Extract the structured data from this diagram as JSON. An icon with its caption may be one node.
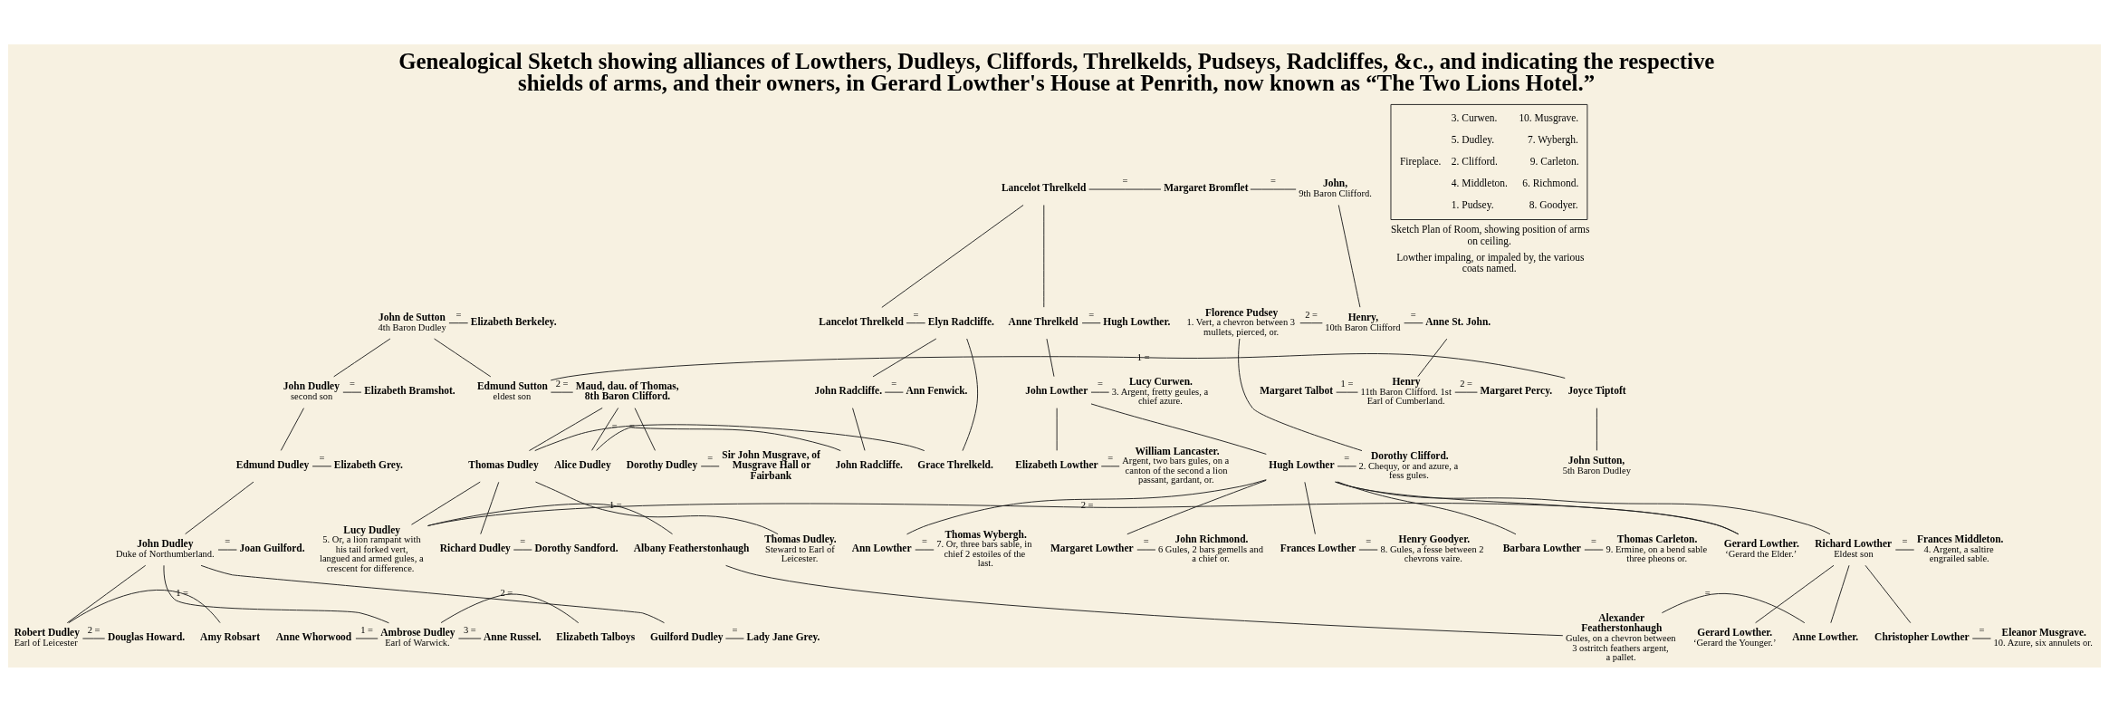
{
  "diagram": {
    "title": "Genealogical Sketch showing alliances of Lowthers, Dudleys, Cliffords, Threlkelds, Pudseys, Radcliffes, &c., and indicating the respective shields of arms, and their owners, in Gerard Lowther's House at Penrith, now known as “The Two Lions Hotel.”",
    "nodes": [
      {
        "text": [
          "John de Sutton",
          "4th Baron Dudley"
        ]
      },
      {
        "text": [
          "Elizabeth Berkeley."
        ]
      },
      {
        "text": [
          "Lancelot Threlkeld"
        ]
      },
      {
        "text": [
          "Margaret Bromflet"
        ]
      },
      {
        "text": [
          "John,",
          "9th Baron Clifford."
        ]
      },
      {
        "text": [
          "John Dudley",
          "second son"
        ]
      },
      {
        "text": [
          "Elizabeth Bramshot."
        ]
      },
      {
        "text": [
          "Joyce Tiptoft"
        ]
      },
      {
        "text": [
          "Edmund Sutton",
          "eldest son"
        ]
      },
      {
        "text": [
          "Maud, dau. of Thomas, 8th Baron Clifford."
        ]
      },
      {
        "text": [
          "Lancelot Threlkeld"
        ]
      },
      {
        "text": [
          "Elyn Radcliffe."
        ]
      },
      {
        "text": [
          "John Radcliffe."
        ]
      },
      {
        "text": [
          "Ann Fenwick."
        ]
      },
      {
        "text": [
          "Anne Threlkeld"
        ]
      },
      {
        "text": [
          "Hugh Lowther."
        ]
      },
      {
        "text": [
          "Florence Pudsey",
          "1. Vert, a chevron between 3 mullets, pierced, or."
        ]
      },
      {
        "text": [
          "Henry,",
          "10th Baron Clifford"
        ]
      },
      {
        "text": [
          "Anne St. John."
        ]
      },
      {
        "text": [
          "John Lowther"
        ]
      },
      {
        "text": [
          "Lucy Curwen.",
          "3. Argent, fretty geules, a chief azure."
        ]
      },
      {
        "text": [
          "Edmund Dudley"
        ]
      },
      {
        "text": [
          "Elizabeth Grey."
        ]
      },
      {
        "text": [
          "John Sutton,",
          "5th Baron Dudley"
        ]
      },
      {
        "text": [
          "Dorothy Dudley"
        ]
      },
      {
        "text": [
          "Sir John Musgrave, of Musgrave Hall or Fairbank"
        ]
      },
      {
        "text": [
          "Thomas Dudley"
        ]
      },
      {
        "text": [
          "Grace Threlkeld."
        ]
      },
      {
        "text": [
          "Alice Dudley"
        ]
      },
      {
        "text": [
          "John Radcliffe."
        ]
      },
      {
        "text": [
          "Hugh Lowther"
        ]
      },
      {
        "text": [
          "Dorothy Clifford.",
          "2. Chequy, or and azure, a fess gules."
        ]
      },
      {
        "text": [
          "Elizabeth Lowther"
        ]
      },
      {
        "text": [
          "William Lancaster.",
          "Argent, two bars gules, on a canton of the second a lion passant, gardant, or."
        ]
      },
      {
        "text": [
          "Margaret Talbot"
        ]
      },
      {
        "text": [
          "Henry",
          "11th Baron Clifford. 1st Earl of Cumberland."
        ]
      },
      {
        "text": [
          "Margaret Percy."
        ]
      },
      {
        "text": [
          "John Dudley",
          "Duke of Northumberland."
        ]
      },
      {
        "text": [
          "Joan Guilford."
        ]
      },
      {
        "text": [
          "Richard Dudley"
        ]
      },
      {
        "text": [
          "Dorothy Sandford."
        ]
      },
      {
        "text": [
          "Thomas Dudley.",
          "Steward to Earl of Leicester."
        ]
      },
      {
        "text": [
          "Albany Featherstonhaugh"
        ]
      },
      {
        "text": [
          "Lucy Dudley",
          "5. Or, a lion rampant with his tail forked vert, langued and armed gules, a crescent for difference."
        ]
      },
      {
        "text": [
          "Gerard Lowther.",
          "‘Gerard the Elder.’"
        ]
      },
      {
        "text": [
          "Richard Lowther",
          "Eldest son"
        ]
      },
      {
        "text": [
          "Frances Middleton.",
          "4. Argent, a saltire engrailed sable."
        ]
      },
      {
        "text": [
          "Ann Lowther"
        ]
      },
      {
        "text": [
          "Thomas Wybergh.",
          "7. Or, three bars sable, in chief 2 estoiles of the last."
        ]
      },
      {
        "text": [
          "Margaret Lowther"
        ]
      },
      {
        "text": [
          "John Richmond.",
          "6 Gules, 2 bars gemells and a chief or."
        ]
      },
      {
        "text": [
          "Frances Lowther"
        ]
      },
      {
        "text": [
          "Henry Goodyer.",
          "8. Gules, a fesse between 2 chevrons vaire."
        ]
      },
      {
        "text": [
          "Barbara Lowther"
        ]
      },
      {
        "text": [
          "Thomas Carleton.",
          "9. Ermine, on a bend sable three pheons or."
        ]
      },
      {
        "text": [
          "Anne Whorwood"
        ]
      },
      {
        "text": [
          "Ambrose Dudley",
          "Earl of Warwick."
        ]
      },
      {
        "text": [
          "Elizabeth Talboys"
        ]
      },
      {
        "text": [
          "Anne Russel."
        ]
      },
      {
        "text": [
          "Guilford Dudley"
        ]
      },
      {
        "text": [
          "Lady Jane Grey."
        ]
      },
      {
        "text": [
          "Amy Robsart"
        ]
      },
      {
        "text": [
          "Robert Dudley",
          "Earl of Leicester"
        ]
      },
      {
        "text": [
          "Douglas Howard."
        ]
      },
      {
        "text": [
          "Alexander Featherstonhaugh",
          "Gules, on a chevron between 3 ostritch feathers argent, a pallet."
        ]
      },
      {
        "text": [
          "Anne Lowther."
        ]
      },
      {
        "text": [
          "Christopher Lowther"
        ]
      },
      {
        "text": [
          "Eleanor Musgrave.",
          "10. Azure, six annulets or."
        ]
      },
      {
        "text": [
          "Gerard Lowther.",
          "‘Gerard the Younger.’"
        ]
      },
      {
        "text": [
          "Fireplace.",
          "3. Curwen.",
          "10. Musgrave.",
          "5. Dudley.",
          "7. Wybergh.",
          "2. Clifford.",
          "9. Carleton.",
          "4. Middleton.",
          "6. Richmond.",
          "1. Pudsey.",
          "8. Goodyer."
        ],
        "beside": [
          "Sketch Plan of Room, showing position of arms on ceiling.",
          "Lowther impaling, or impaled by, the various coats named."
        ]
      }
    ],
    "edges": [
      {
        "from": 0,
        "to": 1,
        "arrow": "none",
        "label": "="
      },
      {
        "from": 0,
        "to": 5,
        "arrow": "none"
      },
      {
        "from": 0,
        "to": 8,
        "arrow": "none"
      },
      {
        "from": 2,
        "to": 3,
        "arrow": "none",
        "label": "="
      },
      {
        "from": 3,
        "to": 4,
        "arrow": "none",
        "label": "="
      },
      {
        "from": 2,
        "to": 10,
        "arrow": "none"
      },
      {
        "from": 2,
        "to": 14,
        "arrow": "none"
      },
      {
        "from": 4,
        "to": 17,
        "arrow": "none"
      },
      {
        "from": 5,
        "to": 6,
        "arrow": "none",
        "label": "="
      },
      {
        "from": 5,
        "to": 21,
        "arrow": "none"
      },
      {
        "from": 7,
        "to": 8,
        "arrow": "none",
        "label": "1 ="
      },
      {
        "from": 8,
        "to": 9,
        "arrow": "none",
        "label": "2 ="
      },
      {
        "from": 7,
        "to": 23,
        "arrow": "none"
      },
      {
        "from": 9,
        "to": 24,
        "arrow": "none"
      },
      {
        "from": 9,
        "to": 26,
        "arrow": "none"
      },
      {
        "from": 9,
        "to": 28,
        "arrow": "none"
      },
      {
        "from": 10,
        "to": 11,
        "arrow": "none",
        "label": "="
      },
      {
        "from": 11,
        "to": 27,
        "arrow": "none"
      },
      {
        "from": 11,
        "to": 12,
        "arrow": "none"
      },
      {
        "from": 12,
        "to": 13,
        "arrow": "none",
        "label": "="
      },
      {
        "from": 12,
        "to": 29,
        "arrow": "none"
      },
      {
        "from": 14,
        "to": 15,
        "arrow": "none",
        "label": "="
      },
      {
        "from": 14,
        "to": 19,
        "arrow": "none"
      },
      {
        "from": 16,
        "to": 17,
        "arrow": "none",
        "label": "2 ="
      },
      {
        "from": 17,
        "to": 18,
        "arrow": "none",
        "label": "="
      },
      {
        "from": 16,
        "to": 31,
        "arrow": "none"
      },
      {
        "from": 18,
        "to": 35,
        "arrow": "none"
      },
      {
        "from": 19,
        "to": 20,
        "arrow": "none",
        "label": "="
      },
      {
        "from": 19,
        "to": 30,
        "arrow": "none"
      },
      {
        "from": 19,
        "to": 32,
        "arrow": "none"
      },
      {
        "from": 21,
        "to": 22,
        "arrow": "none",
        "label": "="
      },
      {
        "from": 21,
        "to": 37,
        "arrow": "none"
      },
      {
        "from": 24,
        "to": 25,
        "arrow": "none",
        "label": "="
      },
      {
        "from": 26,
        "to": 27,
        "arrow": "none",
        "label": "="
      },
      {
        "from": 26,
        "to": 39,
        "arrow": "none"
      },
      {
        "from": 26,
        "to": 41,
        "arrow": "none"
      },
      {
        "from": 26,
        "to": 43,
        "arrow": "none"
      },
      {
        "from": 28,
        "to": 29,
        "arrow": "none",
        "label": "="
      },
      {
        "from": 30,
        "to": 31,
        "arrow": "none",
        "label": "="
      },
      {
        "from": 30,
        "to": 44,
        "arrow": "none"
      },
      {
        "from": 30,
        "to": 45,
        "arrow": "none"
      },
      {
        "from": 30,
        "to": 47,
        "arrow": "none"
      },
      {
        "from": 30,
        "to": 49,
        "arrow": "none"
      },
      {
        "from": 30,
        "to": 51,
        "arrow": "none"
      },
      {
        "from": 30,
        "to": 53,
        "arrow": "none"
      },
      {
        "from": 32,
        "to": 33,
        "arrow": "none",
        "label": "="
      },
      {
        "from": 34,
        "to": 35,
        "arrow": "none",
        "label": "1 ="
      },
      {
        "from": 35,
        "to": 36,
        "arrow": "none",
        "label": "2 ="
      },
      {
        "from": 37,
        "to": 38,
        "arrow": "none",
        "label": "="
      },
      {
        "from": 37,
        "to": 56,
        "arrow": "none"
      },
      {
        "from": 37,
        "to": 59,
        "arrow": "none"
      },
      {
        "from": 37,
        "to": 62,
        "arrow": "none"
      },
      {
        "from": 39,
        "to": 40,
        "arrow": "none",
        "label": "="
      },
      {
        "from": 42,
        "to": 43,
        "arrow": "none",
        "label": "1 ="
      },
      {
        "from": 43,
        "to": 44,
        "arrow": "none",
        "label": "2 ="
      },
      {
        "from": 42,
        "to": 64,
        "arrow": "none"
      },
      {
        "from": 45,
        "to": 46,
        "arrow": "none",
        "label": "="
      },
      {
        "from": 45,
        "to": 65,
        "arrow": "none"
      },
      {
        "from": 45,
        "to": 66,
        "arrow": "none"
      },
      {
        "from": 45,
        "to": 68,
        "arrow": "none"
      },
      {
        "from": 47,
        "to": 48,
        "arrow": "none",
        "label": "="
      },
      {
        "from": 49,
        "to": 50,
        "arrow": "none",
        "label": "="
      },
      {
        "from": 51,
        "to": 52,
        "arrow": "none",
        "label": "="
      },
      {
        "from": 53,
        "to": 54,
        "arrow": "none",
        "label": "="
      },
      {
        "from": 55,
        "to": 56,
        "arrow": "none",
        "label": "1 ="
      },
      {
        "from": 56,
        "to": 57,
        "arrow": "none",
        "label": "2 ="
      },
      {
        "from": 56,
        "to": 58,
        "arrow": "none",
        "label": "3 ="
      },
      {
        "from": 59,
        "to": 60,
        "arrow": "none",
        "label": "="
      },
      {
        "from": 61,
        "to": 62,
        "arrow": "none",
        "label": "1 ="
      },
      {
        "from": 62,
        "to": 63,
        "arrow": "none",
        "label": "2 ="
      },
      {
        "from": 64,
        "to": 65,
        "arrow": "none",
        "label": "="
      },
      {
        "from": 66,
        "to": 67,
        "arrow": "none",
        "label": "="
      }
    ]
  }
}
